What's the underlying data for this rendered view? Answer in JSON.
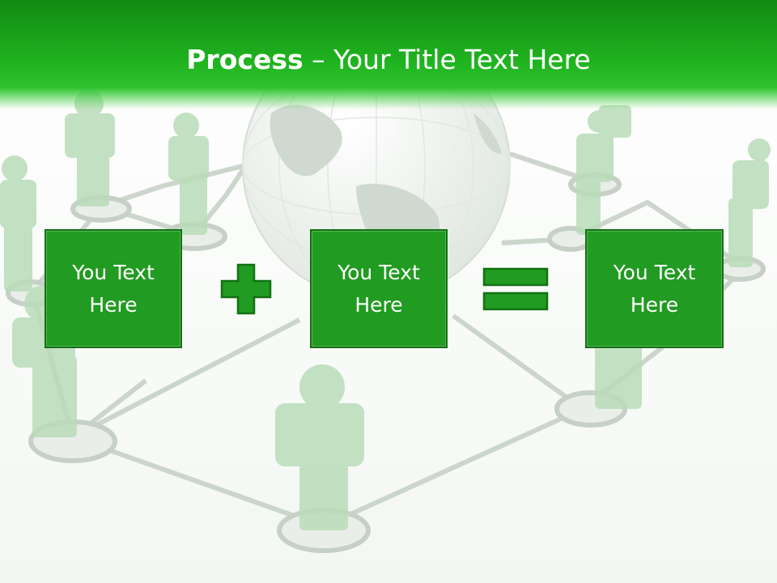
{
  "slide": {
    "title_bold": "Process",
    "title_rest": " – Your Title Text Here",
    "boxes": [
      {
        "text": "You Text\nHere"
      },
      {
        "text": "You Text\nHere"
      },
      {
        "text": "You Text\nHere"
      }
    ],
    "operators": [
      "plus-icon",
      "equals-icon"
    ]
  },
  "colors": {
    "header_top": "#138a13",
    "header_bottom": "#2ec22e",
    "box_fill": "#219b21",
    "box_border": "#137013",
    "operator_fill": "#219b21"
  }
}
